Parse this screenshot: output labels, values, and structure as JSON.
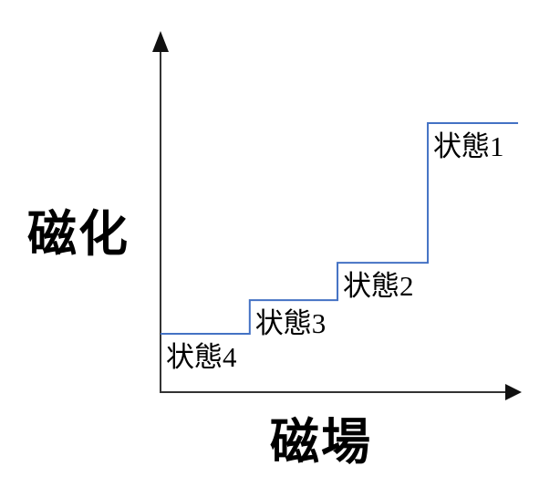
{
  "chart_data": {
    "type": "line",
    "subtype": "step",
    "title": "",
    "xlabel": "磁場",
    "ylabel": "磁化",
    "legend": null,
    "grid": false,
    "x_axis": {
      "min": 0,
      "max": 1,
      "ticks": [],
      "arrow": true
    },
    "y_axis": {
      "min": 0,
      "max": 1,
      "ticks": [],
      "arrow": true
    },
    "line_color": "#4472C4",
    "axis_color": "#333333",
    "arrowhead_color": "#111111",
    "text_color": "#000000",
    "steps": [
      {
        "label": "状態4",
        "x_start": 0.0,
        "x_end": 0.247,
        "level": 0.217
      },
      {
        "label": "状態3",
        "x_start": 0.247,
        "x_end": 0.49,
        "level": 0.342
      },
      {
        "label": "状態2",
        "x_start": 0.49,
        "x_end": 0.74,
        "level": 0.481
      },
      {
        "label": "状態1",
        "x_start": 0.74,
        "x_end": 0.99,
        "level": 1.0
      }
    ]
  }
}
